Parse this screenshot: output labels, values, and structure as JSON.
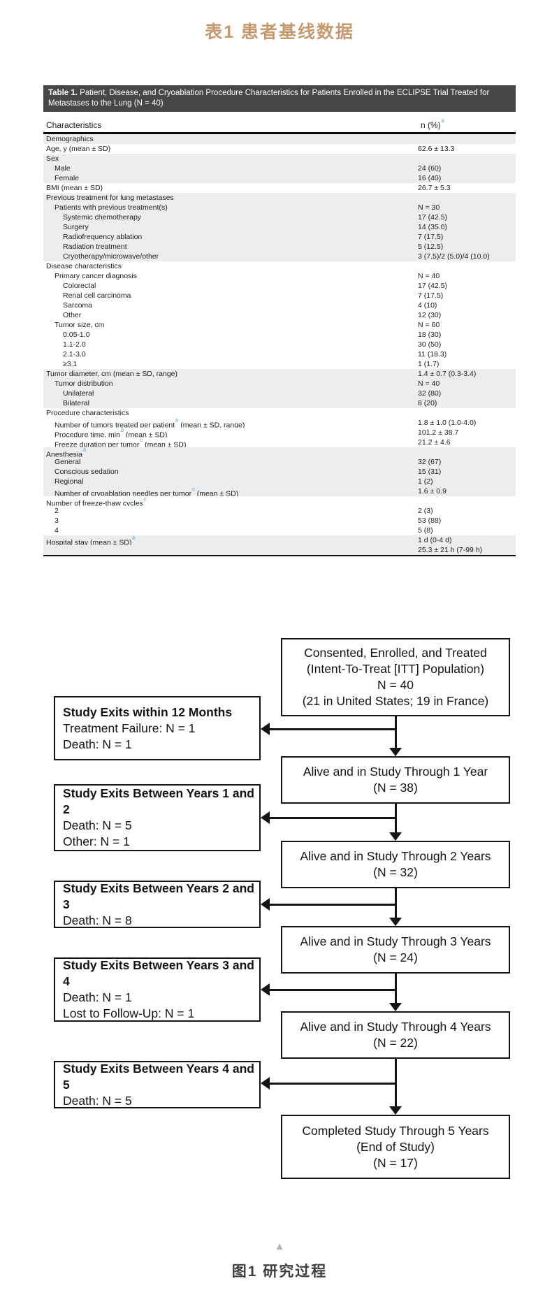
{
  "page": {
    "table_caption_cn": "表1  患者基线数据",
    "figure_caption_cn": "图1  研究过程",
    "triangle_glyph": "▲"
  },
  "colors": {
    "title_accent": "#c69a6e",
    "caption_gray": "#3f3f3f",
    "triangle_gray": "#b4b4b4",
    "table_bar_bg": "#474747",
    "row_shade": "#ededed",
    "footnote_blue": "#4d9fc7"
  },
  "table": {
    "header_bold": "Table 1.",
    "header_rest": " Patient, Disease, and Cryoablation Procedure Characteristics for Patients Enrolled in the ECLIPSE Trial Treated for Metastases to the Lung (N = 40)",
    "columns": {
      "label": "Characteristics",
      "value": "n (%)",
      "value_sup": "a"
    },
    "rows": [
      {
        "pre": "Demographics",
        "indent": 0,
        "shaded": true,
        "value": ""
      },
      {
        "pre": "Age, y (mean ± SD)",
        "indent": 0,
        "shaded": false,
        "value": "62.6 ± 13.3"
      },
      {
        "pre": "Sex",
        "indent": 0,
        "shaded": true,
        "value": ""
      },
      {
        "pre": "Male",
        "indent": 1,
        "shaded": true,
        "value": "24 (60)"
      },
      {
        "pre": "Female",
        "indent": 1,
        "shaded": true,
        "value": "16 (40)"
      },
      {
        "pre": "BMI (mean ± SD)",
        "indent": 0,
        "shaded": false,
        "value": "26.7 ± 5.3"
      },
      {
        "pre": "Previous treatment for lung metastases",
        "indent": 0,
        "shaded": true,
        "value": ""
      },
      {
        "pre": "Patients with previous treatment(s)",
        "indent": 1,
        "shaded": true,
        "value": "N = 30"
      },
      {
        "pre": "Systemic chemotherapy",
        "indent": 2,
        "shaded": true,
        "value": "17 (42.5)"
      },
      {
        "pre": "Surgery",
        "indent": 2,
        "shaded": true,
        "value": "14 (35.0)"
      },
      {
        "pre": "Radiofrequency ablation",
        "indent": 2,
        "shaded": true,
        "value": "7 (17.5)"
      },
      {
        "pre": "Radiation treatment",
        "indent": 2,
        "shaded": true,
        "value": "5 (12.5)"
      },
      {
        "pre": "Cryotherapy/microwave/other",
        "indent": 2,
        "shaded": true,
        "value": "3 (7.5)/2 (5.0)/4 (10.0)"
      },
      {
        "pre": "Disease characteristics",
        "indent": 0,
        "shaded": false,
        "value": ""
      },
      {
        "pre": "Primary cancer diagnosis",
        "indent": 1,
        "shaded": false,
        "value": "N = 40"
      },
      {
        "pre": "Colorectal",
        "indent": 2,
        "shaded": false,
        "value": "17 (42.5)"
      },
      {
        "pre": "Renal cell carcinoma",
        "indent": 2,
        "shaded": false,
        "value": "7 (17.5)"
      },
      {
        "pre": "Sarcoma",
        "indent": 2,
        "shaded": false,
        "value": "4 (10)"
      },
      {
        "pre": "Other",
        "indent": 2,
        "shaded": false,
        "value": "12 (30)"
      },
      {
        "pre": "Tumor size, cm",
        "indent": 1,
        "shaded": false,
        "value": "N = 60"
      },
      {
        "pre": "0.05-1.0",
        "indent": 2,
        "shaded": false,
        "value": "18 (30)"
      },
      {
        "pre": "1.1-2.0",
        "indent": 2,
        "shaded": false,
        "value": "30 (50)"
      },
      {
        "pre": "2.1-3.0",
        "indent": 2,
        "shaded": false,
        "value": "11 (18.3)"
      },
      {
        "pre": "≥3.1",
        "indent": 2,
        "shaded": false,
        "value": "1 (1.7)"
      },
      {
        "pre": "Tumor diameter, cm (mean ± SD, range)",
        "indent": 0,
        "shaded": true,
        "value": "1.4 ± 0.7 (0.3-3.4)"
      },
      {
        "pre": "Tumor distribution",
        "indent": 1,
        "shaded": true,
        "value": "N = 40"
      },
      {
        "pre": "Unilateral",
        "indent": 2,
        "shaded": true,
        "value": "32 (80)"
      },
      {
        "pre": "Bilateral",
        "indent": 2,
        "shaded": true,
        "value": "8 (20)"
      },
      {
        "pre": "Procedure characteristics",
        "indent": 0,
        "shaded": false,
        "value": ""
      },
      {
        "pre": "Number of tumors treated per patient",
        "sup": "b",
        "post": " (mean ± SD, range)",
        "indent": 1,
        "shaded": false,
        "value": "1.8 ± 1.0 (1.0-4.0)"
      },
      {
        "pre": "Procedure time, min",
        "sup": "b",
        "post": " (mean ± SD)",
        "indent": 1,
        "shaded": false,
        "value": "101.2 ± 38.7"
      },
      {
        "pre": "Freeze duration per tumor",
        "sup": "c",
        "post": " (mean ± SD)",
        "indent": 1,
        "shaded": false,
        "value": "21.2 ± 4.6"
      },
      {
        "pre": "Anesthesia",
        "sup": "b",
        "indent": 0,
        "shaded": true,
        "value": ""
      },
      {
        "pre": "General",
        "indent": 1,
        "shaded": true,
        "value": "32 (67)"
      },
      {
        "pre": "Conscious sedation",
        "indent": 1,
        "shaded": true,
        "value": "15 (31)"
      },
      {
        "pre": "Regional",
        "indent": 1,
        "shaded": true,
        "value": "1 (2)"
      },
      {
        "pre": "Number of cryoablation needles per tumor",
        "sup": "c",
        "post": " (mean ± SD)",
        "indent": 1,
        "shaded": true,
        "value": "1.6 ± 0.9"
      },
      {
        "pre": "Number of freeze-thaw cycles",
        "sup": "c",
        "indent": 0,
        "shaded": false,
        "value": ""
      },
      {
        "pre": "2",
        "indent": 1,
        "shaded": false,
        "value": "2 (3)"
      },
      {
        "pre": "3",
        "indent": 1,
        "shaded": false,
        "value": "53 (88)"
      },
      {
        "pre": "4",
        "indent": 1,
        "shaded": false,
        "value": "5 (8)"
      },
      {
        "pre": "Hospital stay (mean ± SD)",
        "sup": "b",
        "indent": 0,
        "shaded": true,
        "value": "1 d (0-4 d)"
      },
      {
        "pre": "",
        "indent": 0,
        "shaded": true,
        "value": "25.3 ± 21 h (7-99 h)"
      }
    ]
  },
  "flowchart": {
    "main_boxes": [
      {
        "lines": [
          "Consented, Enrolled, and Treated",
          "(Intent-To-Treat [ITT] Population)",
          "N = 40",
          "(21 in United States; 19 in France)"
        ]
      },
      {
        "lines": [
          "Alive and in Study Through 1 Year",
          "(N = 38)"
        ]
      },
      {
        "lines": [
          "Alive and in Study Through 2 Years",
          "(N = 32)"
        ]
      },
      {
        "lines": [
          "Alive and in Study Through 3 Years",
          "(N = 24)"
        ]
      },
      {
        "lines": [
          "Alive and in Study Through 4 Years",
          "(N = 22)"
        ]
      },
      {
        "lines": [
          "Completed Study Through 5 Years",
          "(End of Study)",
          "(N = 17)"
        ]
      }
    ],
    "exit_boxes": [
      {
        "title": "Study Exits within 12 Months",
        "lines": [
          "Treatment Failure: N = 1",
          "Death: N = 1"
        ]
      },
      {
        "title": "Study Exits Between Years 1 and 2",
        "lines": [
          "Death: N = 5",
          "Other: N = 1"
        ]
      },
      {
        "title": "Study Exits Between Years 2 and 3",
        "lines": [
          "Death: N = 8"
        ]
      },
      {
        "title": "Study Exits Between Years 3 and 4",
        "lines": [
          "Death: N = 1",
          "Lost to Follow-Up: N = 1"
        ]
      },
      {
        "title": "Study Exits Between Years 4 and 5",
        "lines": [
          "Death: N = 5"
        ]
      }
    ]
  }
}
